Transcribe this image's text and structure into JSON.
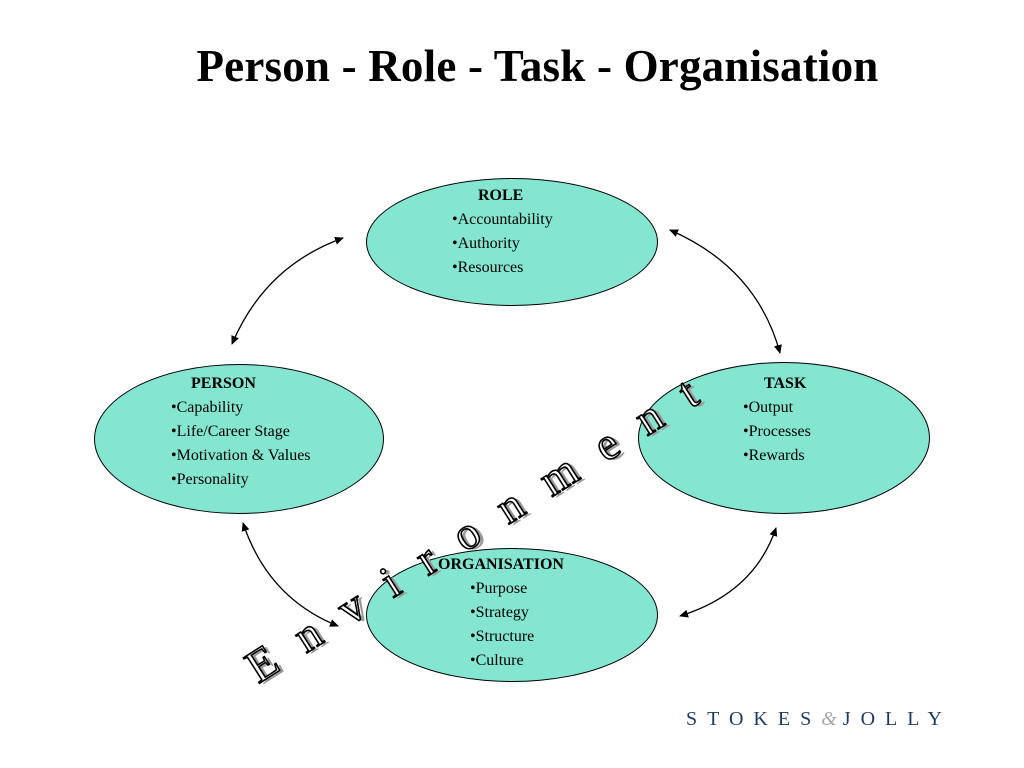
{
  "title": "Person - Role - Task - Organisation",
  "colors": {
    "node_fill": "#84e6d0",
    "logo_blue": "#1f3a5f",
    "logo_amp": "#a6a6a6"
  },
  "nodes": {
    "role": {
      "heading": "ROLE",
      "items": [
        "Accountability",
        "Authority",
        "Resources"
      ]
    },
    "person": {
      "heading": "PERSON",
      "items": [
        "Capability",
        "Life/Career Stage",
        "Motivation & Values",
        "Personality"
      ]
    },
    "task": {
      "heading": "TASK",
      "items": [
        "Output",
        "Processes",
        "Rewards"
      ]
    },
    "organisation": {
      "heading": "ORGANISATION",
      "items": [
        "Purpose",
        "Strategy",
        "Structure",
        "Culture"
      ]
    }
  },
  "environment_label": "Environment",
  "logo": {
    "left": "STOKES",
    "amp": "&",
    "right": "JOLLY"
  }
}
